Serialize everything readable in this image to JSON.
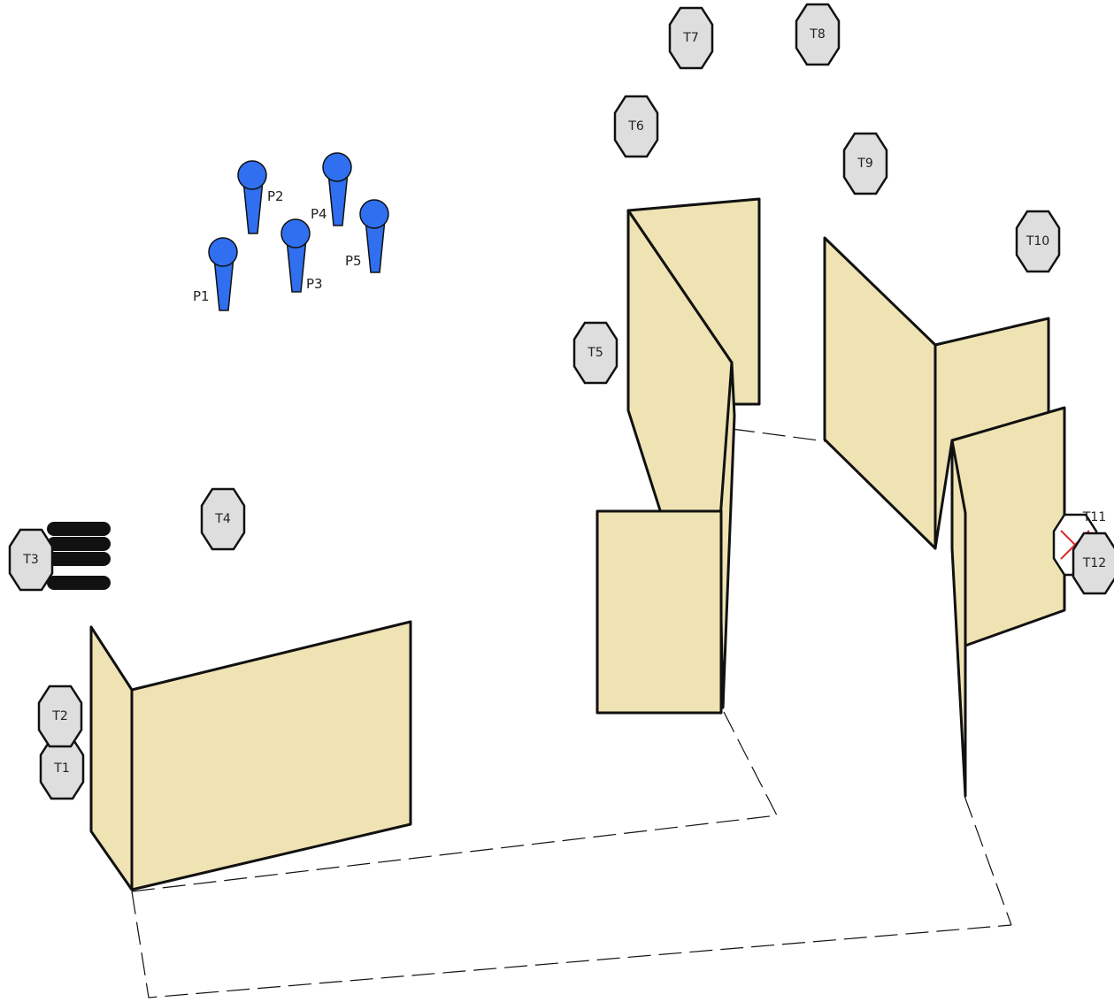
{
  "colors": {
    "background": "#ffffff",
    "wall_fill": "#efe3b4",
    "wall_stroke": "#111111",
    "target_fill": "#dedede",
    "target_stroke": "#111111",
    "shooter_fill": "#2f6ff0",
    "barrel_fill": "#111111",
    "no_shoot_mark": "#d92b2b",
    "fault_line": "#111111"
  },
  "shooters": [
    {
      "id": "P1",
      "label": "P1",
      "icon": "shooter-marker-icon"
    },
    {
      "id": "P2",
      "label": "P2",
      "icon": "shooter-marker-icon"
    },
    {
      "id": "P3",
      "label": "P3",
      "icon": "shooter-marker-icon"
    },
    {
      "id": "P4",
      "label": "P4",
      "icon": "shooter-marker-icon"
    },
    {
      "id": "P5",
      "label": "P5",
      "icon": "shooter-marker-icon"
    }
  ],
  "targets": [
    {
      "id": "T1",
      "label": "T1"
    },
    {
      "id": "T2",
      "label": "T2"
    },
    {
      "id": "T3",
      "label": "T3"
    },
    {
      "id": "T4",
      "label": "T4"
    },
    {
      "id": "T5",
      "label": "T5"
    },
    {
      "id": "T6",
      "label": "T6"
    },
    {
      "id": "T7",
      "label": "T7"
    },
    {
      "id": "T8",
      "label": "T8"
    },
    {
      "id": "T9",
      "label": "T9"
    },
    {
      "id": "T10",
      "label": "T10"
    },
    {
      "id": "T11",
      "label": "T11",
      "no_shoot": true
    },
    {
      "id": "T12",
      "label": "T12"
    }
  ],
  "props": {
    "barrel_stack": {
      "icon": "barrel-stack-icon",
      "count": 4
    },
    "no_shoot_icon": "x-mark-icon"
  }
}
